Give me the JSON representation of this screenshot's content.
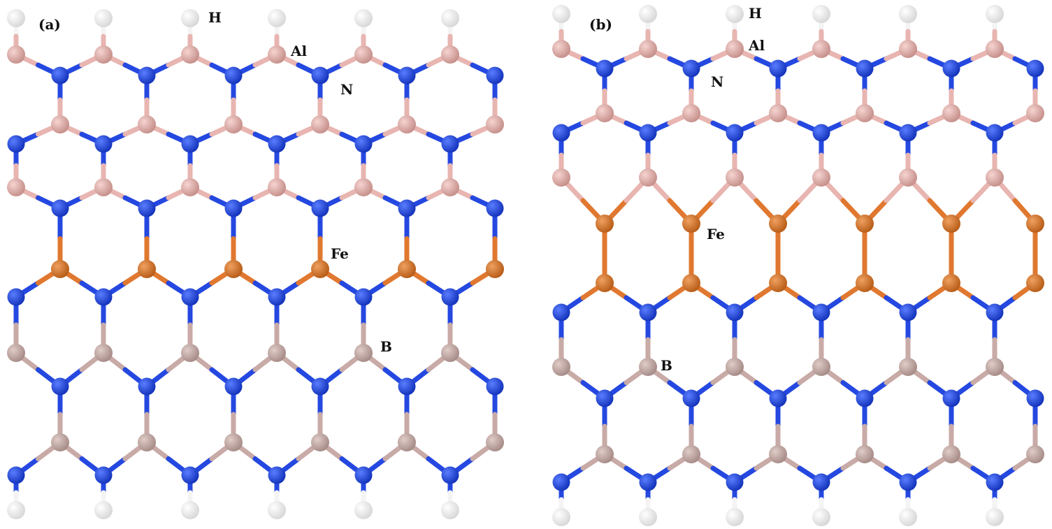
{
  "panels": [
    {
      "id": "a",
      "label": "(a)",
      "annotations": [
        "H",
        "Al",
        "N",
        "Fe",
        "B"
      ]
    },
    {
      "id": "b",
      "label": "(b)",
      "annotations": [
        "H",
        "Al",
        "N",
        "Fe",
        "B"
      ]
    }
  ],
  "colors": {
    "H": "#f4f4f4",
    "Al": "#e8b5b1",
    "N": "#2448e0",
    "Fe": "#e07830",
    "B": "#c8aaa6"
  }
}
